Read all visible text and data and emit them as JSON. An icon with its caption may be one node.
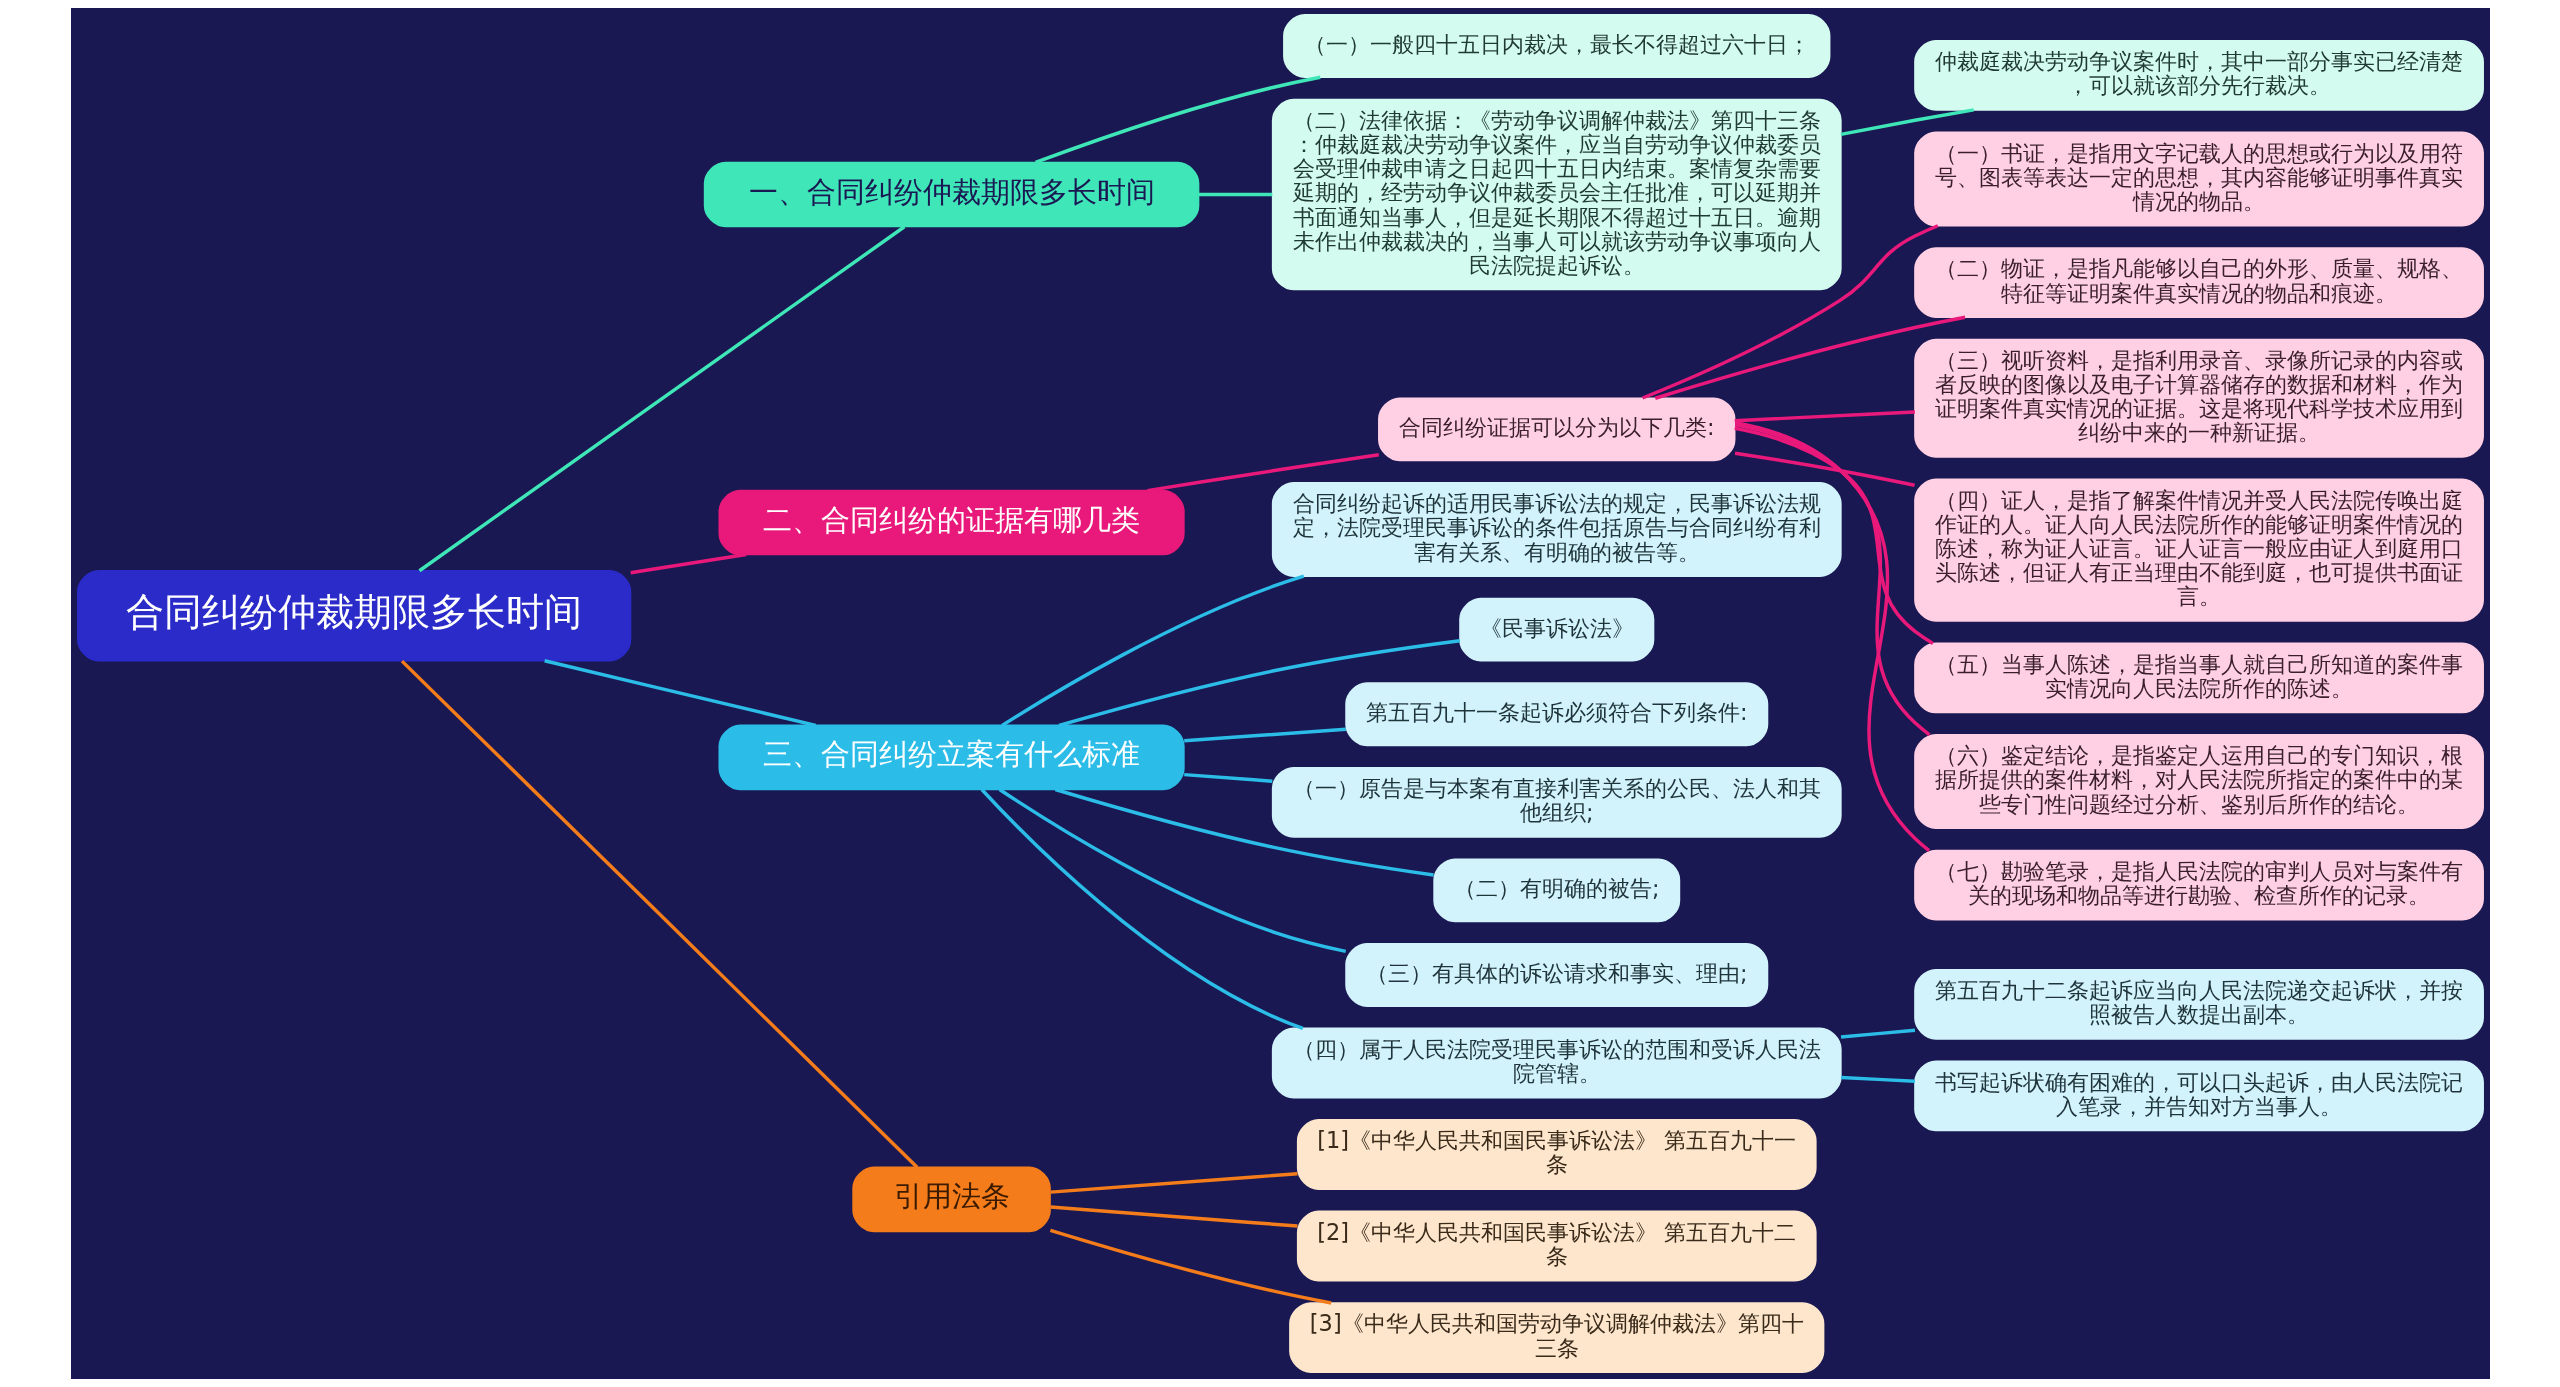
{
  "diagram": {
    "nodes": [
      {
        "text": [
          "合同纠纷仲裁期限多长时间"
        ]
      },
      {
        "text": [
          "一、合同纠纷仲裁期限多长时间"
        ]
      },
      {
        "text": [
          "（一）一般四十五日内裁决，最长不得超过六十日；"
        ]
      },
      {
        "text": [
          "（二）法律依据：《劳动争议调解仲裁法》第四十三条：仲裁庭裁决劳动争议案件，应当自劳动争议仲裁委员会受理仲裁申请之日起四十五日内结束。案情复杂需要延期的，经劳动争议仲裁委员会主任批准，可以延期并书面通知当事人，但是延长期限不得超过十五日。逾期未作出仲裁裁决的，当事人可以就该劳动争议事项向人民法院提起诉讼。"
        ]
      },
      {
        "text": [
          "仲裁庭裁决劳动争议案件时，其中一部分事实已经清楚，可以就该部分先行裁决。"
        ]
      },
      {
        "text": [
          "二、合同纠纷的证据有哪几类"
        ]
      },
      {
        "text": [
          "合同纠纷证据可以分为以下几类:"
        ]
      },
      {
        "text": [
          "（一）书证，是指用文字记载人的思想或行为以及用符号、图表等表达一定的思想，其内容能够证明事件真实情况的物品。"
        ]
      },
      {
        "text": [
          "（二）物证，是指凡能够以自己的外形、质量、规格、特征等证明案件真实情况的物品和痕迹。"
        ]
      },
      {
        "text": [
          "（三）视听资料，是指利用录音、录像所记录的内容或者反映的图像以及电子计算器储存的数据和材料，作为证明案件真实情况的证据。这是将现代科学技术应用到纠纷中来的一种新证据。"
        ]
      },
      {
        "text": [
          "（四）证人，是指了解案件情况并受人民法院传唤出庭作证的人。证人向人民法院所作的能够证明案件情况的陈述，称为证人证言。证人证言一般应由证人到庭用口头陈述，但证人有正当理由不能到庭，也可提供书面证言。"
        ]
      },
      {
        "text": [
          "（五）当事人陈述，是指当事人就自己所知道的案件事实情况向人民法院所作的陈述。"
        ]
      },
      {
        "text": [
          "（六）鉴定结论，是指鉴定人运用自己的专门知识，根据所提供的案件材料，对人民法院所指定的案件中的某些专门性问题经过分析、鉴别后所作的结论。"
        ]
      },
      {
        "text": [
          "（七）勘验笔录，是指人民法院的审判人员对与案件有关的现场和物品等进行勘验、检查所作的记录。"
        ]
      },
      {
        "text": [
          "三、合同纠纷立案有什么标准"
        ]
      },
      {
        "text": [
          "合同纠纷起诉的适用民事诉讼法的规定，民事诉讼法规定，法院受理民事诉讼的条件包括原告与合同纠纷有利害有关系、有明确的被告等。"
        ]
      },
      {
        "text": [
          "《民事诉讼法》"
        ]
      },
      {
        "text": [
          "第五百九十一条起诉必须符合下列条件:"
        ]
      },
      {
        "text": [
          "（一）原告是与本案有直接利害关系的公民、法人和其他组织;"
        ]
      },
      {
        "text": [
          "（二）有明确的被告;"
        ]
      },
      {
        "text": [
          "（三）有具体的诉讼请求和事实、理由;"
        ]
      },
      {
        "text": [
          "（四）属于人民法院受理民事诉讼的范围和受诉人民法院管辖。"
        ]
      },
      {
        "text": [
          "第五百九十二条起诉应当向人民法院递交起诉状，并按照被告人数提出副本。"
        ]
      },
      {
        "text": [
          "书写起诉状确有困难的，可以口头起诉，由人民法院记入笔录，并告知对方当事人。"
        ]
      },
      {
        "text": [
          "引用法条"
        ]
      },
      {
        "text": [
          "[1]《中华人民共和国民事诉讼法》 第五百九十一条"
        ]
      },
      {
        "text": [
          "[2]《中华人民共和国民事诉讼法》 第五百九十二条"
        ]
      },
      {
        "text": [
          "[3]《中华人民共和国劳动争议调解仲裁法》第四十三条"
        ]
      }
    ],
    "edges": [
      {
        "from": 0,
        "to": 1,
        "arrow": "none",
        "color": "#3ee6b8"
      },
      {
        "from": 1,
        "to": 2,
        "arrow": "none",
        "color": "#3ee6b8"
      },
      {
        "from": 1,
        "to": 3,
        "arrow": "none",
        "color": "#3ee6b8"
      },
      {
        "from": 3,
        "to": 4,
        "arrow": "none",
        "color": "#3ee6b8"
      },
      {
        "from": 0,
        "to": 5,
        "arrow": "none",
        "color": "#e8197a"
      },
      {
        "from": 5,
        "to": 6,
        "arrow": "none",
        "color": "#e8197a"
      },
      {
        "from": 6,
        "to": 7,
        "arrow": "none",
        "color": "#e8197a"
      },
      {
        "from": 6,
        "to": 8,
        "arrow": "none",
        "color": "#e8197a"
      },
      {
        "from": 6,
        "to": 9,
        "arrow": "none",
        "color": "#e8197a"
      },
      {
        "from": 6,
        "to": 10,
        "arrow": "none",
        "color": "#e8197a"
      },
      {
        "from": 6,
        "to": 11,
        "arrow": "none",
        "color": "#e8197a"
      },
      {
        "from": 6,
        "to": 12,
        "arrow": "none",
        "color": "#e8197a"
      },
      {
        "from": 6,
        "to": 13,
        "arrow": "none",
        "color": "#e8197a"
      },
      {
        "from": 0,
        "to": 14,
        "arrow": "none",
        "color": "#2bbde8"
      },
      {
        "from": 14,
        "to": 15,
        "arrow": "none",
        "color": "#2bbde8"
      },
      {
        "from": 14,
        "to": 16,
        "arrow": "none",
        "color": "#2bbde8"
      },
      {
        "from": 14,
        "to": 17,
        "arrow": "none",
        "color": "#2bbde8"
      },
      {
        "from": 14,
        "to": 18,
        "arrow": "none",
        "color": "#2bbde8"
      },
      {
        "from": 14,
        "to": 19,
        "arrow": "none",
        "color": "#2bbde8"
      },
      {
        "from": 14,
        "to": 20,
        "arrow": "none",
        "color": "#2bbde8"
      },
      {
        "from": 14,
        "to": 21,
        "arrow": "none",
        "color": "#2bbde8"
      },
      {
        "from": 21,
        "to": 22,
        "arrow": "none",
        "color": "#2bbde8"
      },
      {
        "from": 21,
        "to": 23,
        "arrow": "none",
        "color": "#2bbde8"
      },
      {
        "from": 0,
        "to": 24,
        "arrow": "none",
        "color": "#f47c1a"
      },
      {
        "from": 24,
        "to": 25,
        "arrow": "none",
        "color": "#f47c1a"
      },
      {
        "from": 24,
        "to": 26,
        "arrow": "none",
        "color": "#f47c1a"
      },
      {
        "from": 24,
        "to": 27,
        "arrow": "none",
        "color": "#f47c1a"
      }
    ]
  }
}
